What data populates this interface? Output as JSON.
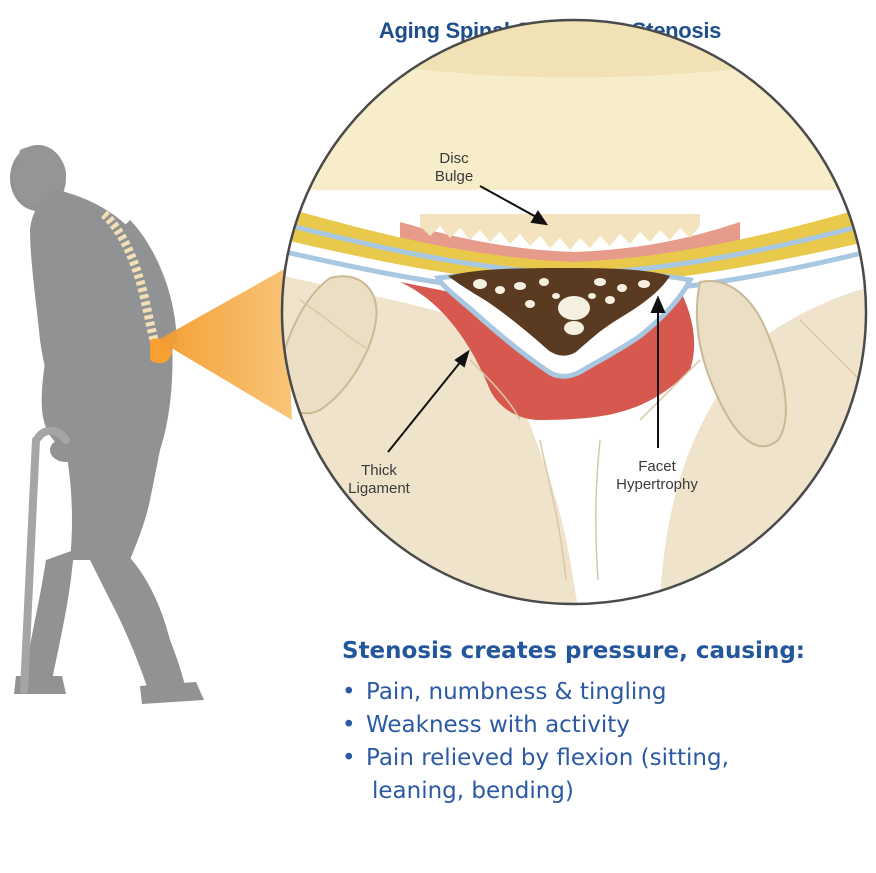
{
  "title": "Aging Spinal Canal With Stenosis",
  "labels": {
    "disc": "Disc",
    "bulge": "Bulge",
    "thick": "Thick",
    "ligament": "Ligament",
    "facet": "Facet",
    "hypertrophy": "Hypertrophy"
  },
  "panel": {
    "heading": "Stenosis creates pressure, causing:",
    "bullet_glyph": "•",
    "items": [
      "Pain, numbness & tingling",
      "Weakness with activity",
      "Pain relieved by flexion (sitting,"
    ],
    "continuation": "leaning, bending)"
  },
  "colors": {
    "title": "#1f4e8c",
    "panel_text": "#2b5aa3",
    "silhouette": "#8f9193",
    "highlight": "#f5a030",
    "disc": "#f7edc9",
    "ligament_red": "#d9534f",
    "bone": "#efe5cc",
    "yellow_band": "#e8c84a",
    "membrane_blue": "#a9c8e2"
  }
}
